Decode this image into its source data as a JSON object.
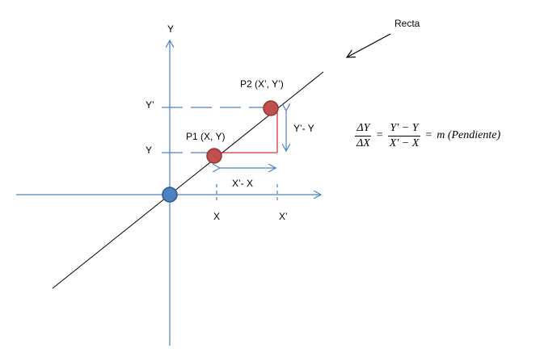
{
  "labels": {
    "y_axis": "Y",
    "recta": "Recta",
    "p2": "P2 (X’, Y’)",
    "p1": "P1 (X, Y)",
    "y_prime": "Y’",
    "y": "Y",
    "delta_y": "Y’- Y",
    "delta_x": "X’- X",
    "x": "X",
    "x_prime": "X’"
  },
  "formula": {
    "lhs_num": "ΔY",
    "lhs_den": "ΔX",
    "eq1": "=",
    "mid_num": "Y′ − Y",
    "mid_den": "X′ − X",
    "eq2": "=",
    "rhs": "m (Pendiente)"
  },
  "colors": {
    "axis": "#4f81bd",
    "dash": "#4f81bd",
    "line": "#000000",
    "origin_fill": "#4f81bd",
    "origin_stroke": "#2f5597",
    "point_fill": "#c0504d",
    "point_stroke": "#8c3836",
    "rise_run": "#c00000"
  }
}
